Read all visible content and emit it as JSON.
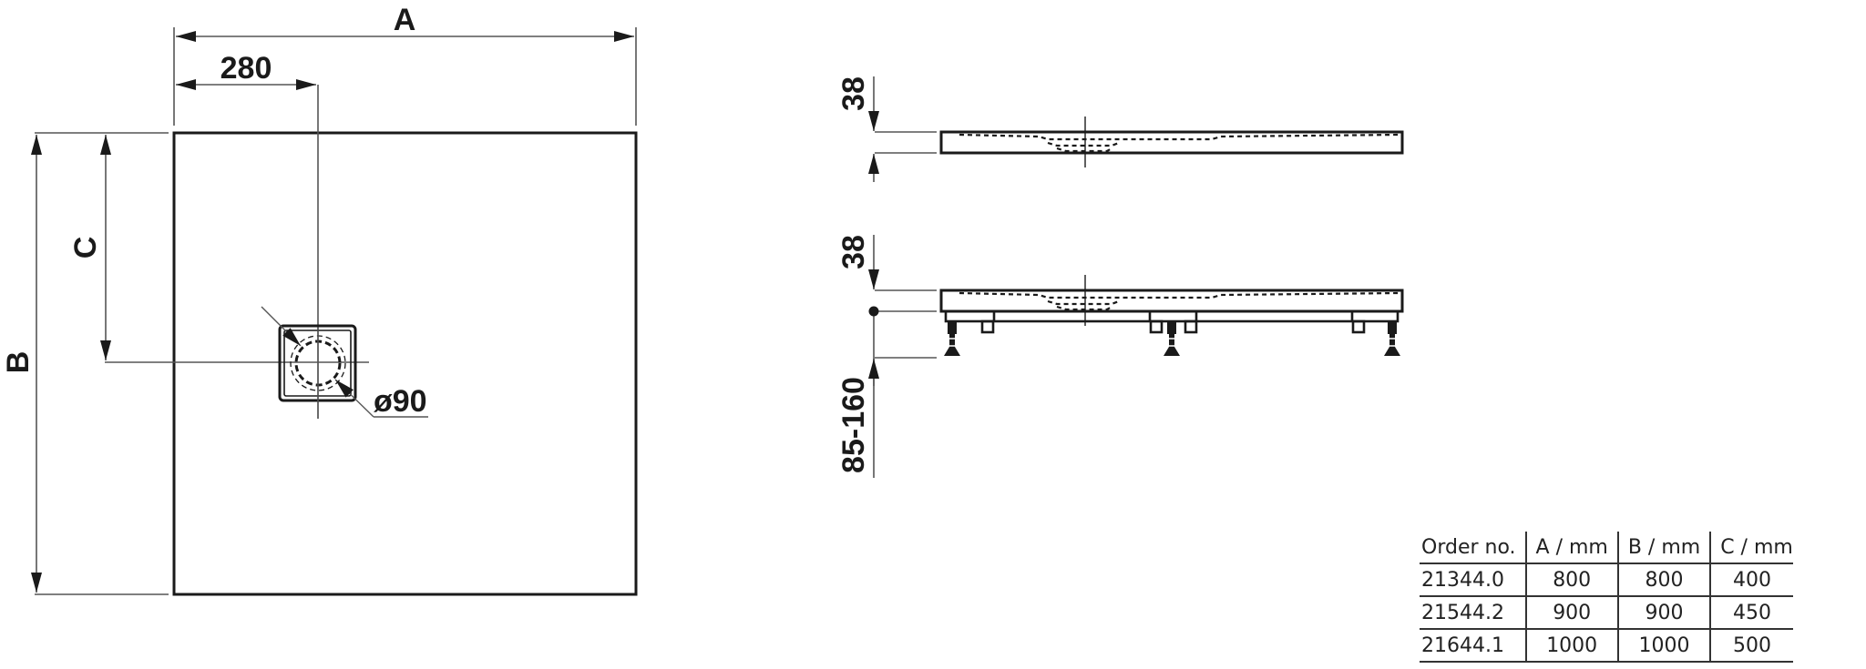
{
  "plan_view": {
    "dim_width_label": "A",
    "dim_height_label": "B",
    "dim_drain_y_label": "C",
    "dim_drain_x_label": "280",
    "drain_diameter_label": "ø90"
  },
  "section_top": {
    "thickness_label": "38"
  },
  "section_bottom": {
    "thickness_label": "38",
    "leg_height_label": "85-160"
  },
  "table": {
    "headers": [
      "Order no.",
      "A / mm",
      "B / mm",
      "C / mm"
    ],
    "rows": [
      {
        "order_no": "21344.0",
        "a": "800",
        "b": "800",
        "c": "400"
      },
      {
        "order_no": "21544.2",
        "a": "900",
        "b": "900",
        "c": "450"
      },
      {
        "order_no": "21644.1",
        "a": "1000",
        "b": "1000",
        "c": "500"
      }
    ]
  },
  "colors": {
    "line": "#1a1a1a",
    "dimension_line": "#555555"
  }
}
